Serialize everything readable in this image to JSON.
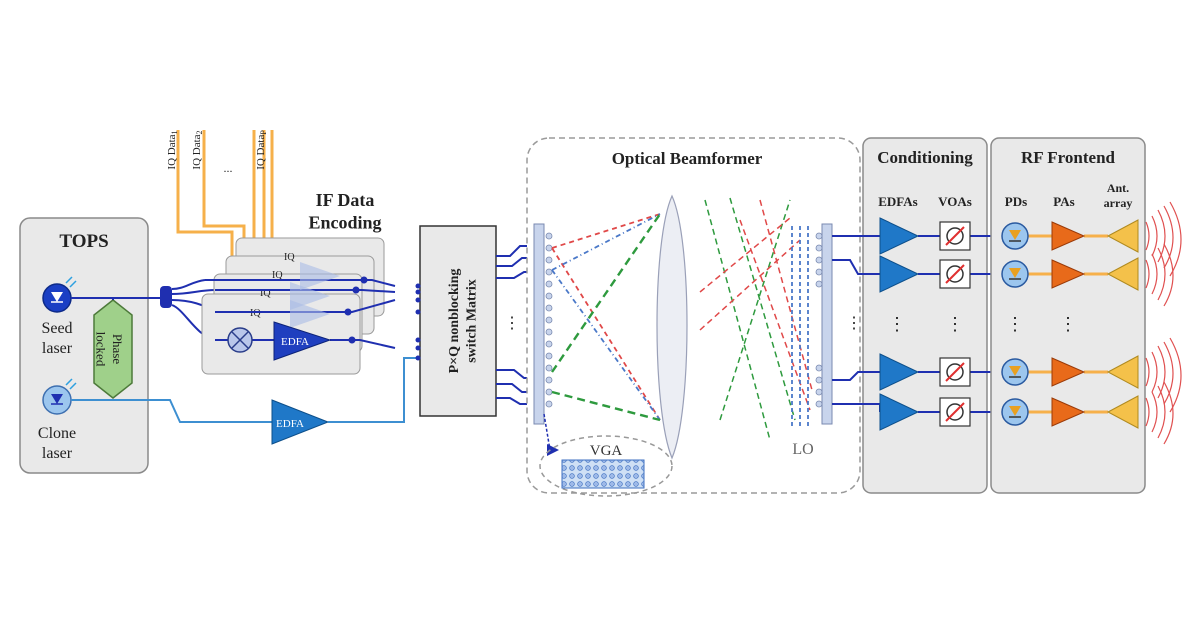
{
  "colors": {
    "background": "#ffffff",
    "panel_fill": "#e9e9e9",
    "panel_border": "#8a8a8a",
    "fiber_blue": "#1f2fb0",
    "fiber_light_blue": "#3d8fd1",
    "iq_orange": "#f6b04a",
    "edfa_dark": "#1f3fbf",
    "edfa_blue": "#1f78c8",
    "pa_orange": "#e86a1a",
    "antenna_yellow": "#f4c14a",
    "phase_green": "#9fd08a",
    "ray_red": "#e04848",
    "ray_green": "#2e9a3e",
    "ray_blue": "#4a78c8",
    "wave_red": "#e05050"
  },
  "tops": {
    "title": "TOPS",
    "seed_laser": "Seed\nlaser",
    "clone_laser": "Clone\nlaser",
    "phase_locked": "Phase\nlocked"
  },
  "if_encoding": {
    "title": "IF Data\nEncoding",
    "iq_inputs": [
      "IQ Data",
      "IQ Data",
      "IQ Data"
    ],
    "iq_subscripts": [
      "1",
      "2",
      "P"
    ],
    "ellipsis": "...",
    "modulator_labels": [
      "IQ",
      "IQ",
      "IQ",
      "IQ"
    ],
    "edfa_label": "EDFA"
  },
  "bottom_edfa": {
    "label": "EDFA"
  },
  "switch": {
    "label": "P×Q nonblocking\nswitch Matrix"
  },
  "beamformer": {
    "title": "Optical Beamformer",
    "vga_label": "VGA",
    "lo_label": "LO",
    "port_ellipsis": "⋮"
  },
  "conditioning": {
    "title": "Conditioning",
    "edfas_label": "EDFAs",
    "voas_label": "VOAs",
    "ellipsis": "⋮"
  },
  "rf_frontend": {
    "title": "RF Frontend",
    "pds_label": "PDs",
    "pas_label": "PAs",
    "antenna_label": "Ant.\narray",
    "ellipsis": "⋮"
  }
}
